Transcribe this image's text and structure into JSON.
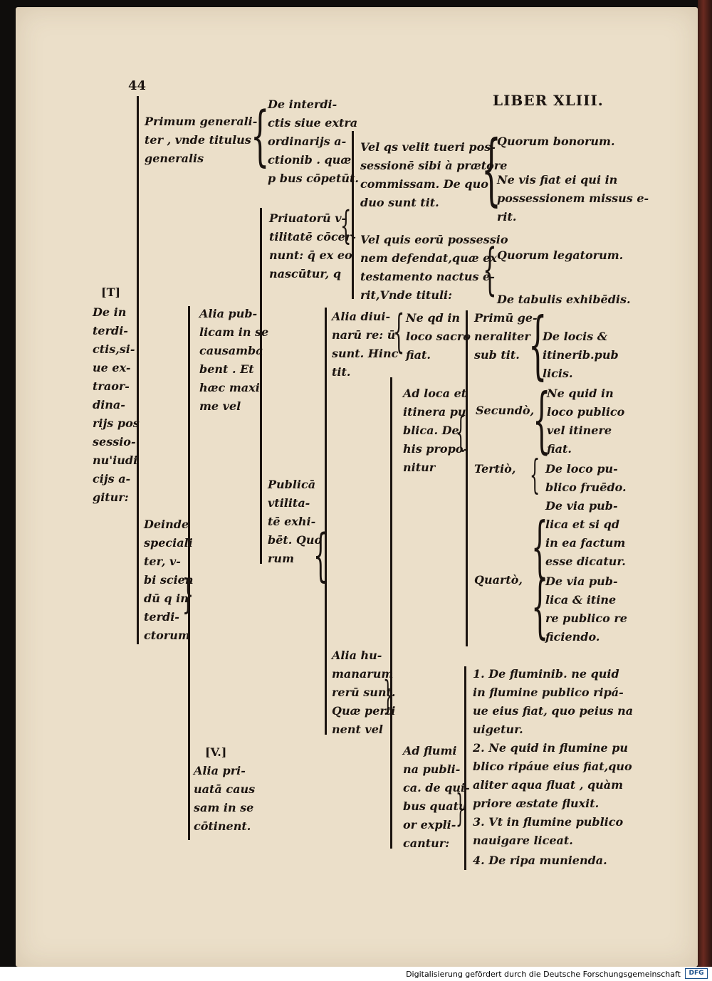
{
  "header": {
    "page_number": "44",
    "running_head": "LIBER XLIII."
  },
  "root": {
    "mark": "[T]",
    "lines": [
      "De in",
      "terdi-",
      "ctis,si-",
      "ue ex-",
      "traor-",
      "dina-",
      "rijs pos",
      "sessio-",
      "nu'iudi",
      "cijs a-",
      "gitur:"
    ]
  },
  "primum": {
    "lines": [
      "Primum generali-",
      "ter , vnde titulus",
      "generalis"
    ]
  },
  "de_interdictis": {
    "lines": [
      "De interdi-",
      "ctis siue extra",
      "ordinarijs a-",
      "ctionib . quæ",
      "p bus cōpetūt."
    ]
  },
  "priuatorum": {
    "lines": [
      "Priuatorū v-",
      "tilitatē cōcer-",
      "nunt: q̄ ex eo",
      "nascūtur, q"
    ]
  },
  "vel_qs_velit": {
    "lines": [
      "Vel qs velit tueri pos-",
      "sessionē sibi à prætore",
      "commissam. De quo",
      "duo sunt tit."
    ]
  },
  "quorum_bonorum": "Quorum bonorum.",
  "ne_vis": {
    "lines": [
      "Ne vis fiat ei qui in",
      "possessionem missus e-",
      "rit."
    ]
  },
  "vel_quis_eorum": {
    "lines": [
      "Vel quis eorū possessio",
      "nem defendat,quæ ex",
      "testamento nactus e-",
      "rit,Vnde tituli:"
    ]
  },
  "quorum_legatorum": "Quorum legatorum.",
  "de_tabulis": "De tabulis exhibēdis.",
  "deinde": {
    "lines": [
      "Deinde",
      "speciali",
      "ter, v-",
      "bi scien",
      "dū q in",
      "terdi-",
      "ctorum"
    ]
  },
  "alia_publicam": {
    "lines": [
      "Alia pub-",
      "licam in se",
      "causamba",
      "bent . Et",
      "hæc maxi",
      "me vel"
    ]
  },
  "publica_utilitate": {
    "lines": [
      "Publicā",
      "vtilita-",
      "tē exhi-",
      "bēt. Quo",
      "rum"
    ]
  },
  "alia_diuinarum": {
    "lines": [
      "Alia diui-",
      "narū re: ū",
      "sunt. Hinc",
      "tit."
    ]
  },
  "ne_qd_in_loco_sacro": {
    "lines": [
      "Ne qd in",
      "loco sacro",
      "fiat."
    ]
  },
  "primum_generaliter_sub": {
    "lines": [
      "Primū ge-",
      "neraliter",
      "sub tit."
    ]
  },
  "de_locis": {
    "lines": [
      "De locis &",
      "itinerib.pub",
      "licis."
    ]
  },
  "ad_loca": {
    "lines": [
      "Ad loca et",
      "itinera pu",
      "blica. De",
      "his propo-",
      "nitur"
    ]
  },
  "secundo": "Secundò,",
  "ne_quid_loco_publico": {
    "lines": [
      "Ne quid in",
      "loco publico",
      "vel itinere",
      "fiat."
    ]
  },
  "tertio": "Tertiò,",
  "de_loco_publico": {
    "lines": [
      "De loco pu-",
      "blico fruēdo."
    ]
  },
  "de_via_publica_facto": {
    "lines": [
      "De via pub-",
      "lica et si qd",
      "in ea factum",
      "esse dicatur."
    ]
  },
  "quarto": "Quartò,",
  "de_via_reficiendo": {
    "lines": [
      "De via pub-",
      "lica & itine",
      "re publico re",
      "ficiendo."
    ]
  },
  "alia_humanarum": {
    "lines": [
      "Alia hu-",
      "manarum",
      "rerū sunt.",
      "Quæ perti",
      "nent vel"
    ]
  },
  "priuatam": {
    "mark": "[V.]",
    "lines": [
      "Alia pri-",
      "uatā caus",
      "sam in se",
      "cōtinent."
    ]
  },
  "ad_flumina": {
    "lines": [
      "Ad flumi",
      "na publi-",
      "ca. de qui-",
      "bus quatu",
      "or expli-",
      "cantur:"
    ]
  },
  "flumina_items": [
    [
      "1. De fluminib. ne quid",
      "in flumine publico ripá-",
      "ue eius fiat, quo peius na",
      "uigetur."
    ],
    [
      "2. Ne quid in flumine pu",
      "blico ripáue eius fiat,quo",
      "aliter aqua fluat , quàm",
      "priore æstate fluxit."
    ],
    [
      "3. Vt in flumine publico",
      "nauigare liceat."
    ],
    [
      "4. De ripa munienda."
    ]
  ],
  "footer": {
    "text": "Digitalisierung gefördert durch die Deutsche Forschungsgemeinschaft",
    "logo": "DFG"
  }
}
